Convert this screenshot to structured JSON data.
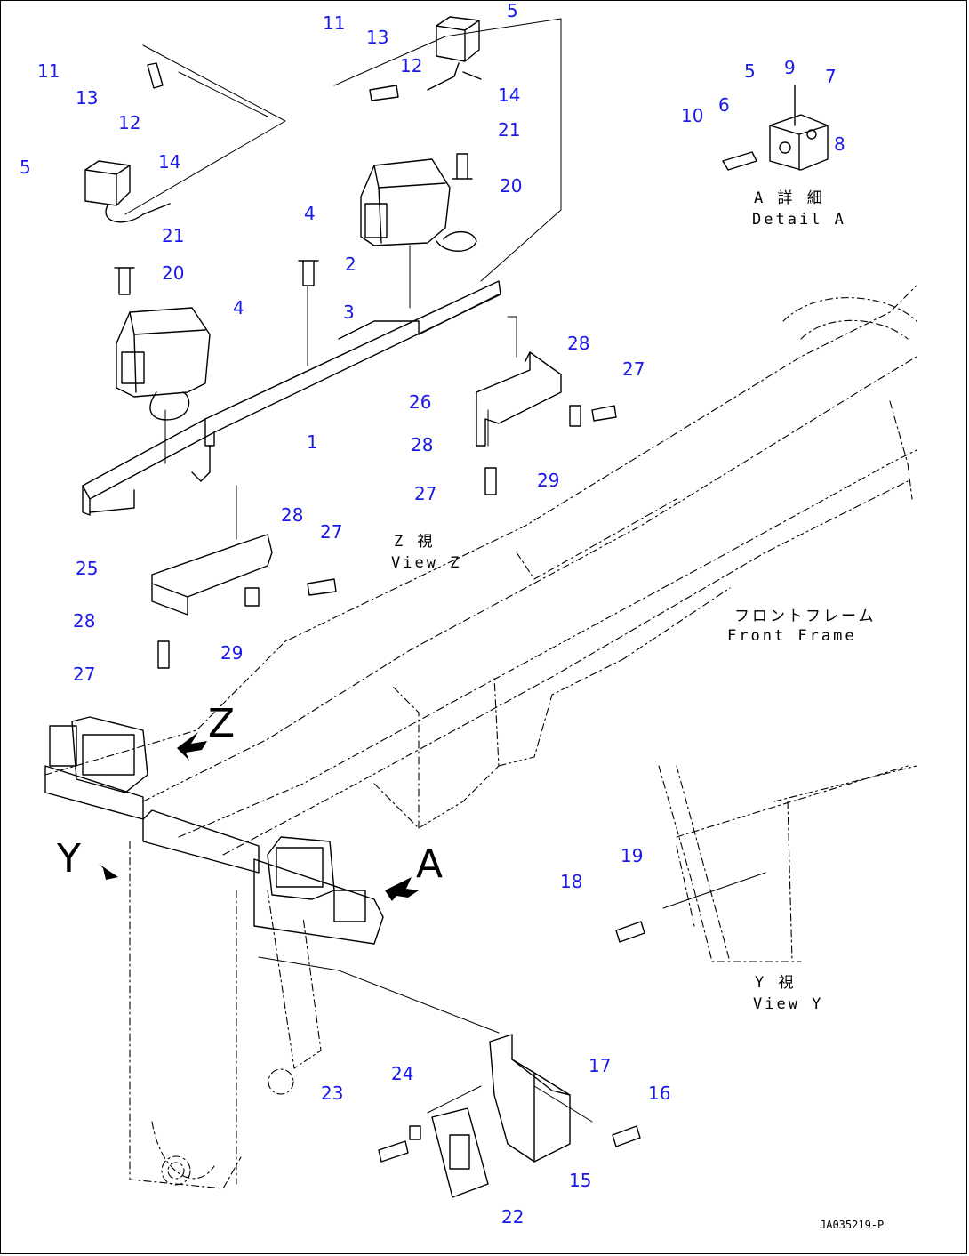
{
  "part_labels": [
    {
      "text": "11",
      "key": "l11a"
    },
    {
      "text": "13",
      "key": "l13a"
    },
    {
      "text": "12",
      "key": "l12a"
    },
    {
      "text": "11",
      "key": "l11b"
    },
    {
      "text": "13",
      "key": "l13b"
    },
    {
      "text": "12",
      "key": "l12b"
    },
    {
      "text": "5",
      "key": "l5a"
    },
    {
      "text": "14",
      "key": "l14a"
    },
    {
      "text": "5",
      "key": "l5b"
    },
    {
      "text": "14",
      "key": "l14b"
    },
    {
      "text": "21",
      "key": "l21a"
    },
    {
      "text": "20",
      "key": "l20a"
    },
    {
      "text": "21",
      "key": "l21b"
    },
    {
      "text": "20",
      "key": "l20b"
    },
    {
      "text": "4",
      "key": "l4a"
    },
    {
      "text": "4",
      "key": "l4b"
    },
    {
      "text": "2",
      "key": "l2"
    },
    {
      "text": "3",
      "key": "l3"
    },
    {
      "text": "1",
      "key": "l1"
    },
    {
      "text": "5",
      "key": "l5c"
    },
    {
      "text": "9",
      "key": "l9"
    },
    {
      "text": "7",
      "key": "l7"
    },
    {
      "text": "10",
      "key": "l10"
    },
    {
      "text": "6",
      "key": "l6"
    },
    {
      "text": "8",
      "key": "l8"
    },
    {
      "text": "28",
      "key": "l28a"
    },
    {
      "text": "27",
      "key": "l27a"
    },
    {
      "text": "26",
      "key": "l26"
    },
    {
      "text": "28",
      "key": "l28b"
    },
    {
      "text": "29",
      "key": "l29a"
    },
    {
      "text": "27",
      "key": "l27b"
    },
    {
      "text": "28",
      "key": "l28c"
    },
    {
      "text": "27",
      "key": "l27c"
    },
    {
      "text": "25",
      "key": "l25"
    },
    {
      "text": "28",
      "key": "l28d"
    },
    {
      "text": "29",
      "key": "l29b"
    },
    {
      "text": "27",
      "key": "l27d"
    },
    {
      "text": "19",
      "key": "l19"
    },
    {
      "text": "18",
      "key": "l18"
    },
    {
      "text": "17",
      "key": "l17"
    },
    {
      "text": "16",
      "key": "l16"
    },
    {
      "text": "24",
      "key": "l24"
    },
    {
      "text": "23",
      "key": "l23"
    },
    {
      "text": "15",
      "key": "l15"
    },
    {
      "text": "22",
      "key": "l22"
    }
  ],
  "captions": {
    "detail_a_jp": "A 詳 細",
    "detail_a_en": "Detail A",
    "view_z_jp": "Z 視",
    "view_z_en": "View Z",
    "front_frame_jp": "フロントフレーム",
    "front_frame_en": "Front Frame",
    "view_y_jp": "Y 視",
    "view_y_en": "View Y"
  },
  "view_markers": {
    "z": "Z",
    "y": "Y",
    "a": "A"
  },
  "drawing_code": "JA035219-P",
  "colors": {
    "label": "#1a1ae6",
    "line": "#000000",
    "background": "#ffffff"
  }
}
